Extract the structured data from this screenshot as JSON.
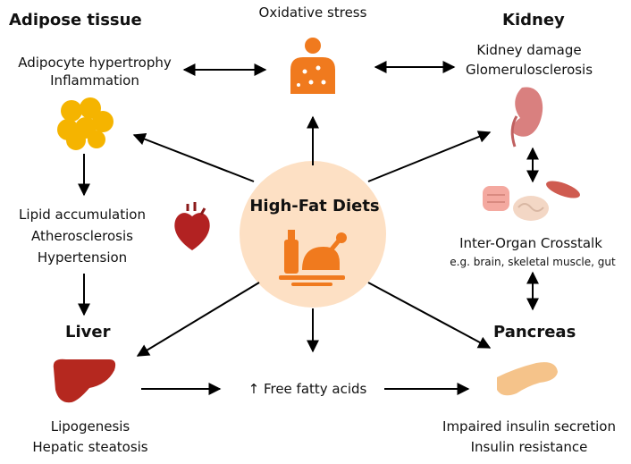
{
  "center": {
    "title": "High-Fat Diets"
  },
  "oxidative": {
    "label": "Oxidative stress"
  },
  "adipose": {
    "title": "Adipose tissue",
    "lines": [
      "Adipocyte hypertrophy",
      "Inflammation"
    ]
  },
  "kidney": {
    "title": "Kidney",
    "lines": [
      "Kidney damage",
      "Glomerulosclerosis"
    ]
  },
  "cardio": {
    "lines": [
      "Lipid accumulation",
      "Atherosclerosis",
      "Hypertension"
    ]
  },
  "crosstalk": {
    "title": "Inter-Organ Crosstalk",
    "subtitle": "e.g. brain, skeletal muscle, gut"
  },
  "liver": {
    "title": "Liver",
    "lines": [
      "Lipogenesis",
      "Hepatic steatosis"
    ]
  },
  "pancreas": {
    "title": "Pancreas",
    "lines": [
      "Impaired insulin secretion",
      "Insulin resistance"
    ]
  },
  "ffa": {
    "label": "↑ Free fatty acids"
  },
  "colors": {
    "center_fill": "#fde0c4",
    "icon_orange": "#f07a1e",
    "fat": "#f5b400",
    "heart": "#b22222",
    "liver": "#b5281f",
    "kidney": "#d9807f",
    "pancreas": "#f5c38a"
  }
}
